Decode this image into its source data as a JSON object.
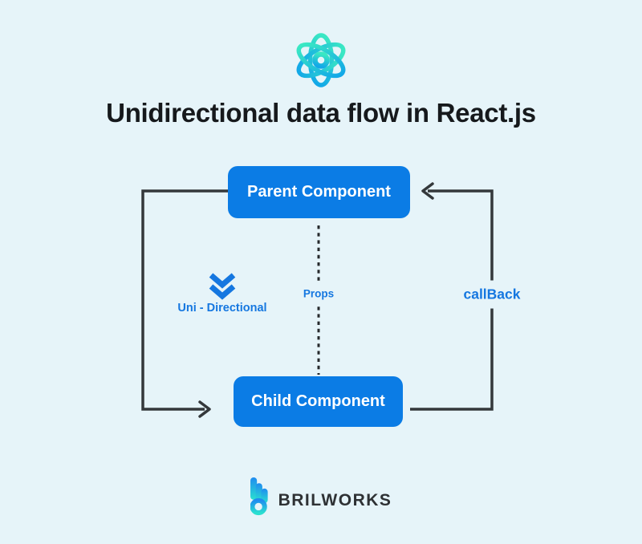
{
  "header": {
    "title": "Unidirectional data flow in React.js"
  },
  "diagram": {
    "parent_label": "Parent Component",
    "child_label": "Child Component",
    "props_label": "Props",
    "callback_label": "callBack",
    "direction_label": "Uni - Directional"
  },
  "footer": {
    "brand": "BRILWORKS"
  },
  "icons": {
    "header_logo": "react-atom-icon",
    "direction_icon": "double-chevron-down-icon",
    "brand_logo": "brilworks-b-logo-icon"
  },
  "colors": {
    "background": "#e6f4f9",
    "node_fill": "#0b7ce5",
    "node_text": "#ffffff",
    "connector": "#34383b",
    "dashed_connector": "#26292c",
    "label_blue": "#1577e0",
    "atom_gradient_start": "#3ae8c3",
    "atom_gradient_end": "#12a8e8",
    "brand_gradient_start": "#1f8cf0",
    "brand_gradient_end": "#2adfd0",
    "title_text": "#16191c",
    "brand_text": "#2e3134"
  }
}
